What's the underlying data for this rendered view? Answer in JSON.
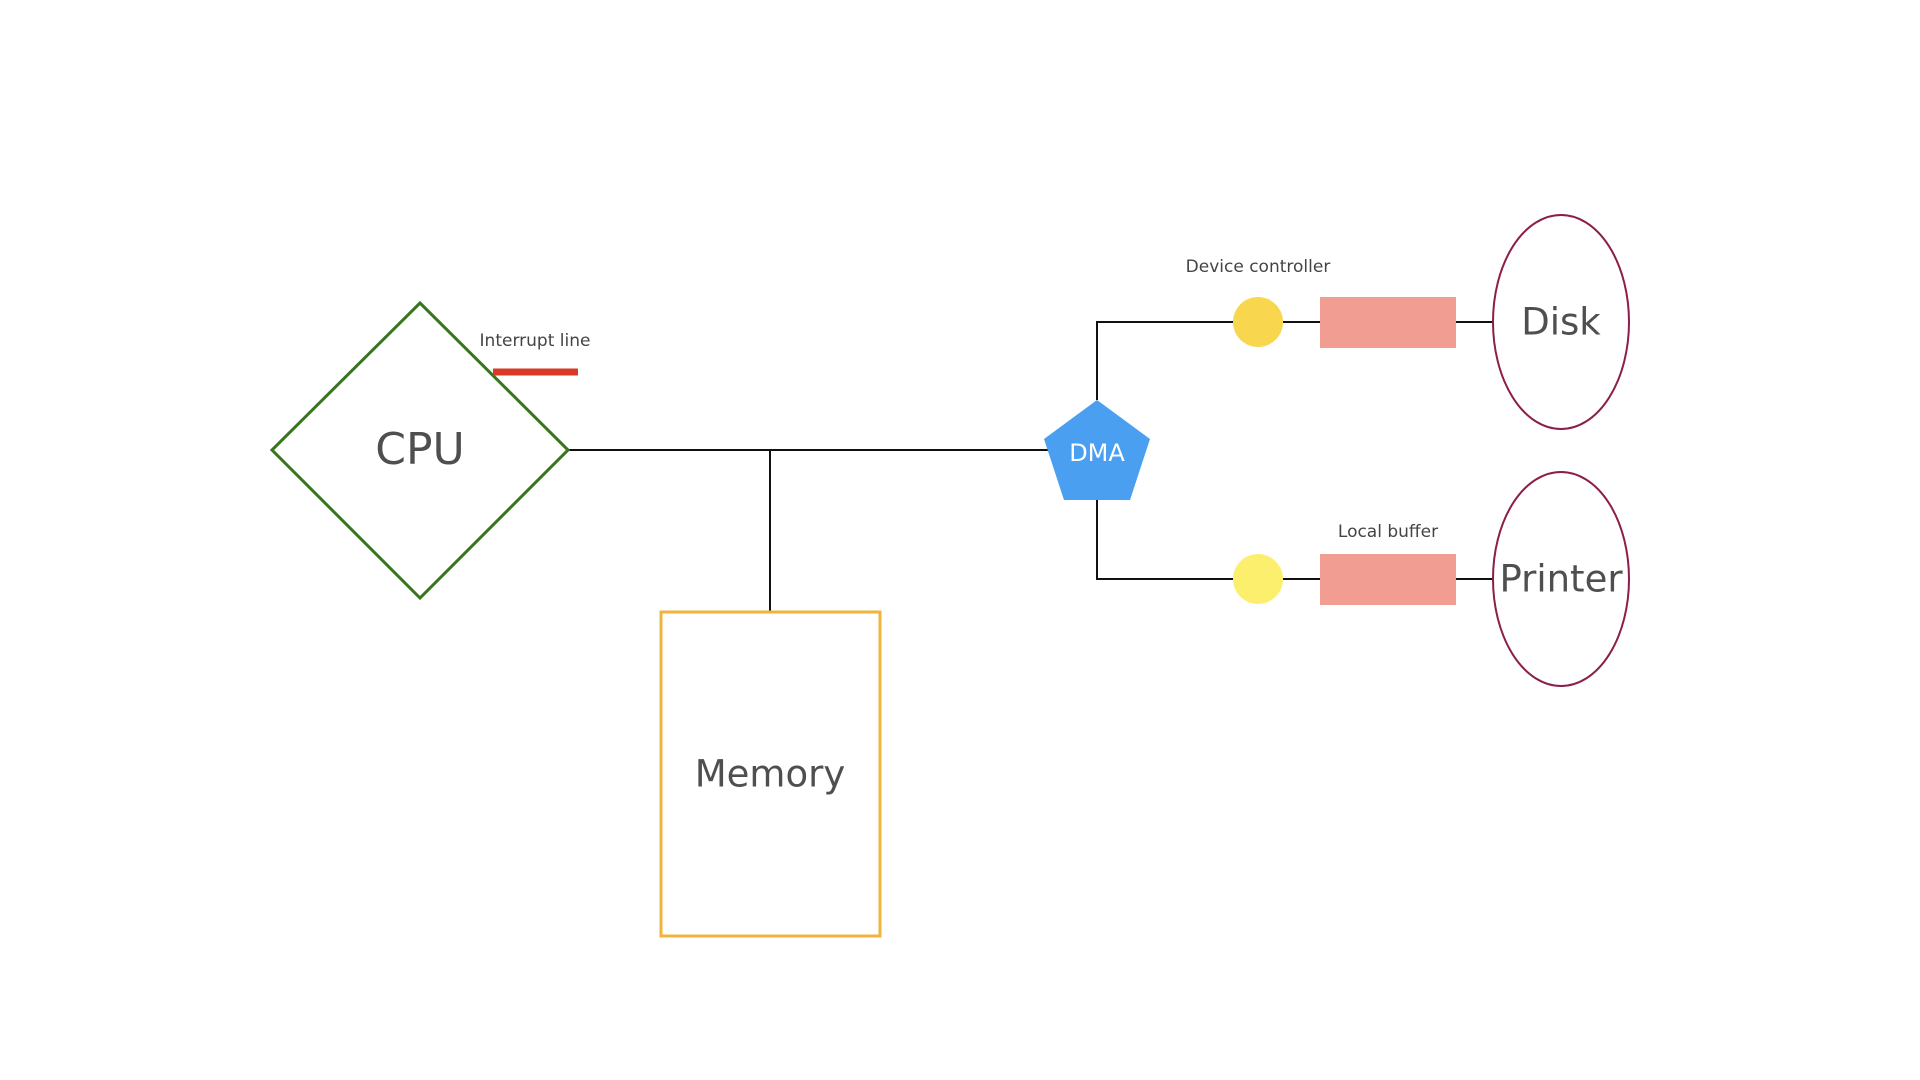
{
  "diagram": {
    "nodes": {
      "cpu": {
        "label": "CPU"
      },
      "memory": {
        "label": "Memory"
      },
      "dma": {
        "label": "DMA"
      },
      "disk": {
        "label": "Disk"
      },
      "printer": {
        "label": "Printer"
      }
    },
    "annotations": {
      "interrupt_line": "Interrupt line",
      "device_controller": "Device controller",
      "local_buffer": "Local buffer"
    }
  },
  "colors": {
    "cpu_stroke": "#38761d",
    "memory_stroke": "#f1b33c",
    "dma_fill": "#4a9ff0",
    "controller_disk_fill": "#f8d64e",
    "controller_printer_fill": "#fbef6d",
    "buffer_fill": "#f29d91",
    "device_stroke": "#8b1e4a",
    "interrupt_line": "#d93a26",
    "wire": "#111111"
  },
  "connections": [
    {
      "from": "cpu",
      "to": "bus"
    },
    {
      "from": "bus",
      "to": "memory"
    },
    {
      "from": "bus",
      "to": "dma"
    },
    {
      "from": "dma",
      "to": "controller-disk"
    },
    {
      "from": "controller-disk",
      "to": "buffer-disk"
    },
    {
      "from": "buffer-disk",
      "to": "disk"
    },
    {
      "from": "dma",
      "to": "controller-printer"
    },
    {
      "from": "controller-printer",
      "to": "buffer-printer"
    },
    {
      "from": "buffer-printer",
      "to": "printer"
    }
  ]
}
